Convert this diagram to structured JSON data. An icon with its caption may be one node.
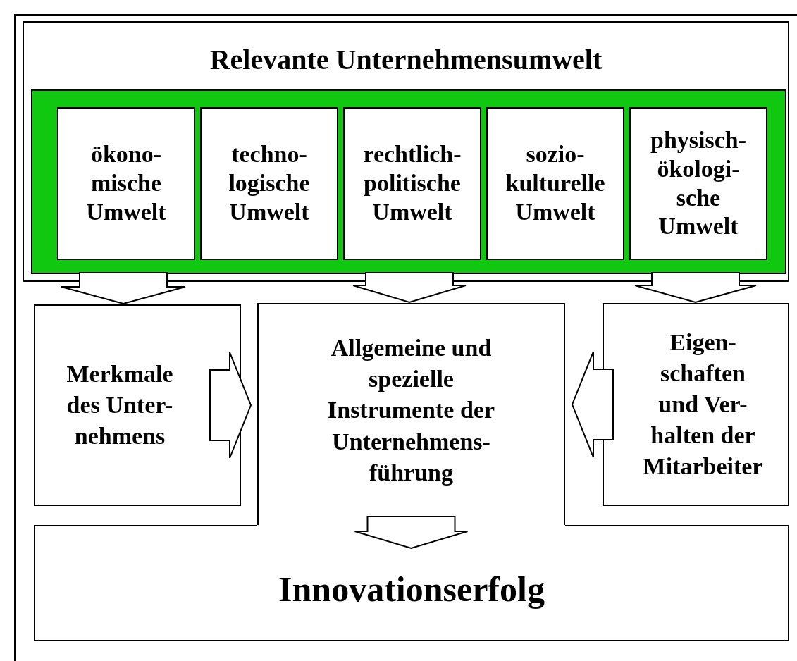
{
  "diagram": {
    "nodes": [
      {
        "text": [
          "Relevante Unternehmensumwelt"
        ]
      },
      {
        "text": [],
        "shape": "band",
        "in": 0
      },
      {
        "text": [
          "ökono- mische Umwelt"
        ],
        "in": 1
      },
      {
        "text": [
          "techno- logische Umwelt"
        ],
        "in": 1
      },
      {
        "text": [
          "rechtlich- politische Umwelt"
        ],
        "in": 1
      },
      {
        "text": [
          "sozio- kulturelle Umwelt"
        ],
        "in": 1
      },
      {
        "text": [
          "physisch- ökologi- sche Umwelt"
        ],
        "in": 1
      },
      {
        "text": [
          "Merkmale des Unter- nehmens"
        ]
      },
      {
        "text": [
          "Allgemeine und spezielle Instrumente der Unternehmens- führung"
        ]
      },
      {
        "text": [
          "Eigen- schaften und Ver- halten der Mitarbeiter"
        ]
      },
      {
        "text": [
          "Innovationserfolg"
        ]
      }
    ],
    "edges": [
      {
        "from": 2,
        "to": 7,
        "arrow": "to"
      },
      {
        "from": 4,
        "to": 8,
        "arrow": "to"
      },
      {
        "from": 6,
        "to": 9,
        "arrow": "to"
      },
      {
        "from": 7,
        "to": 8,
        "arrow": "to"
      },
      {
        "from": 9,
        "to": 8,
        "arrow": "to"
      },
      {
        "from": 8,
        "to": 10,
        "arrow": "to"
      }
    ]
  }
}
